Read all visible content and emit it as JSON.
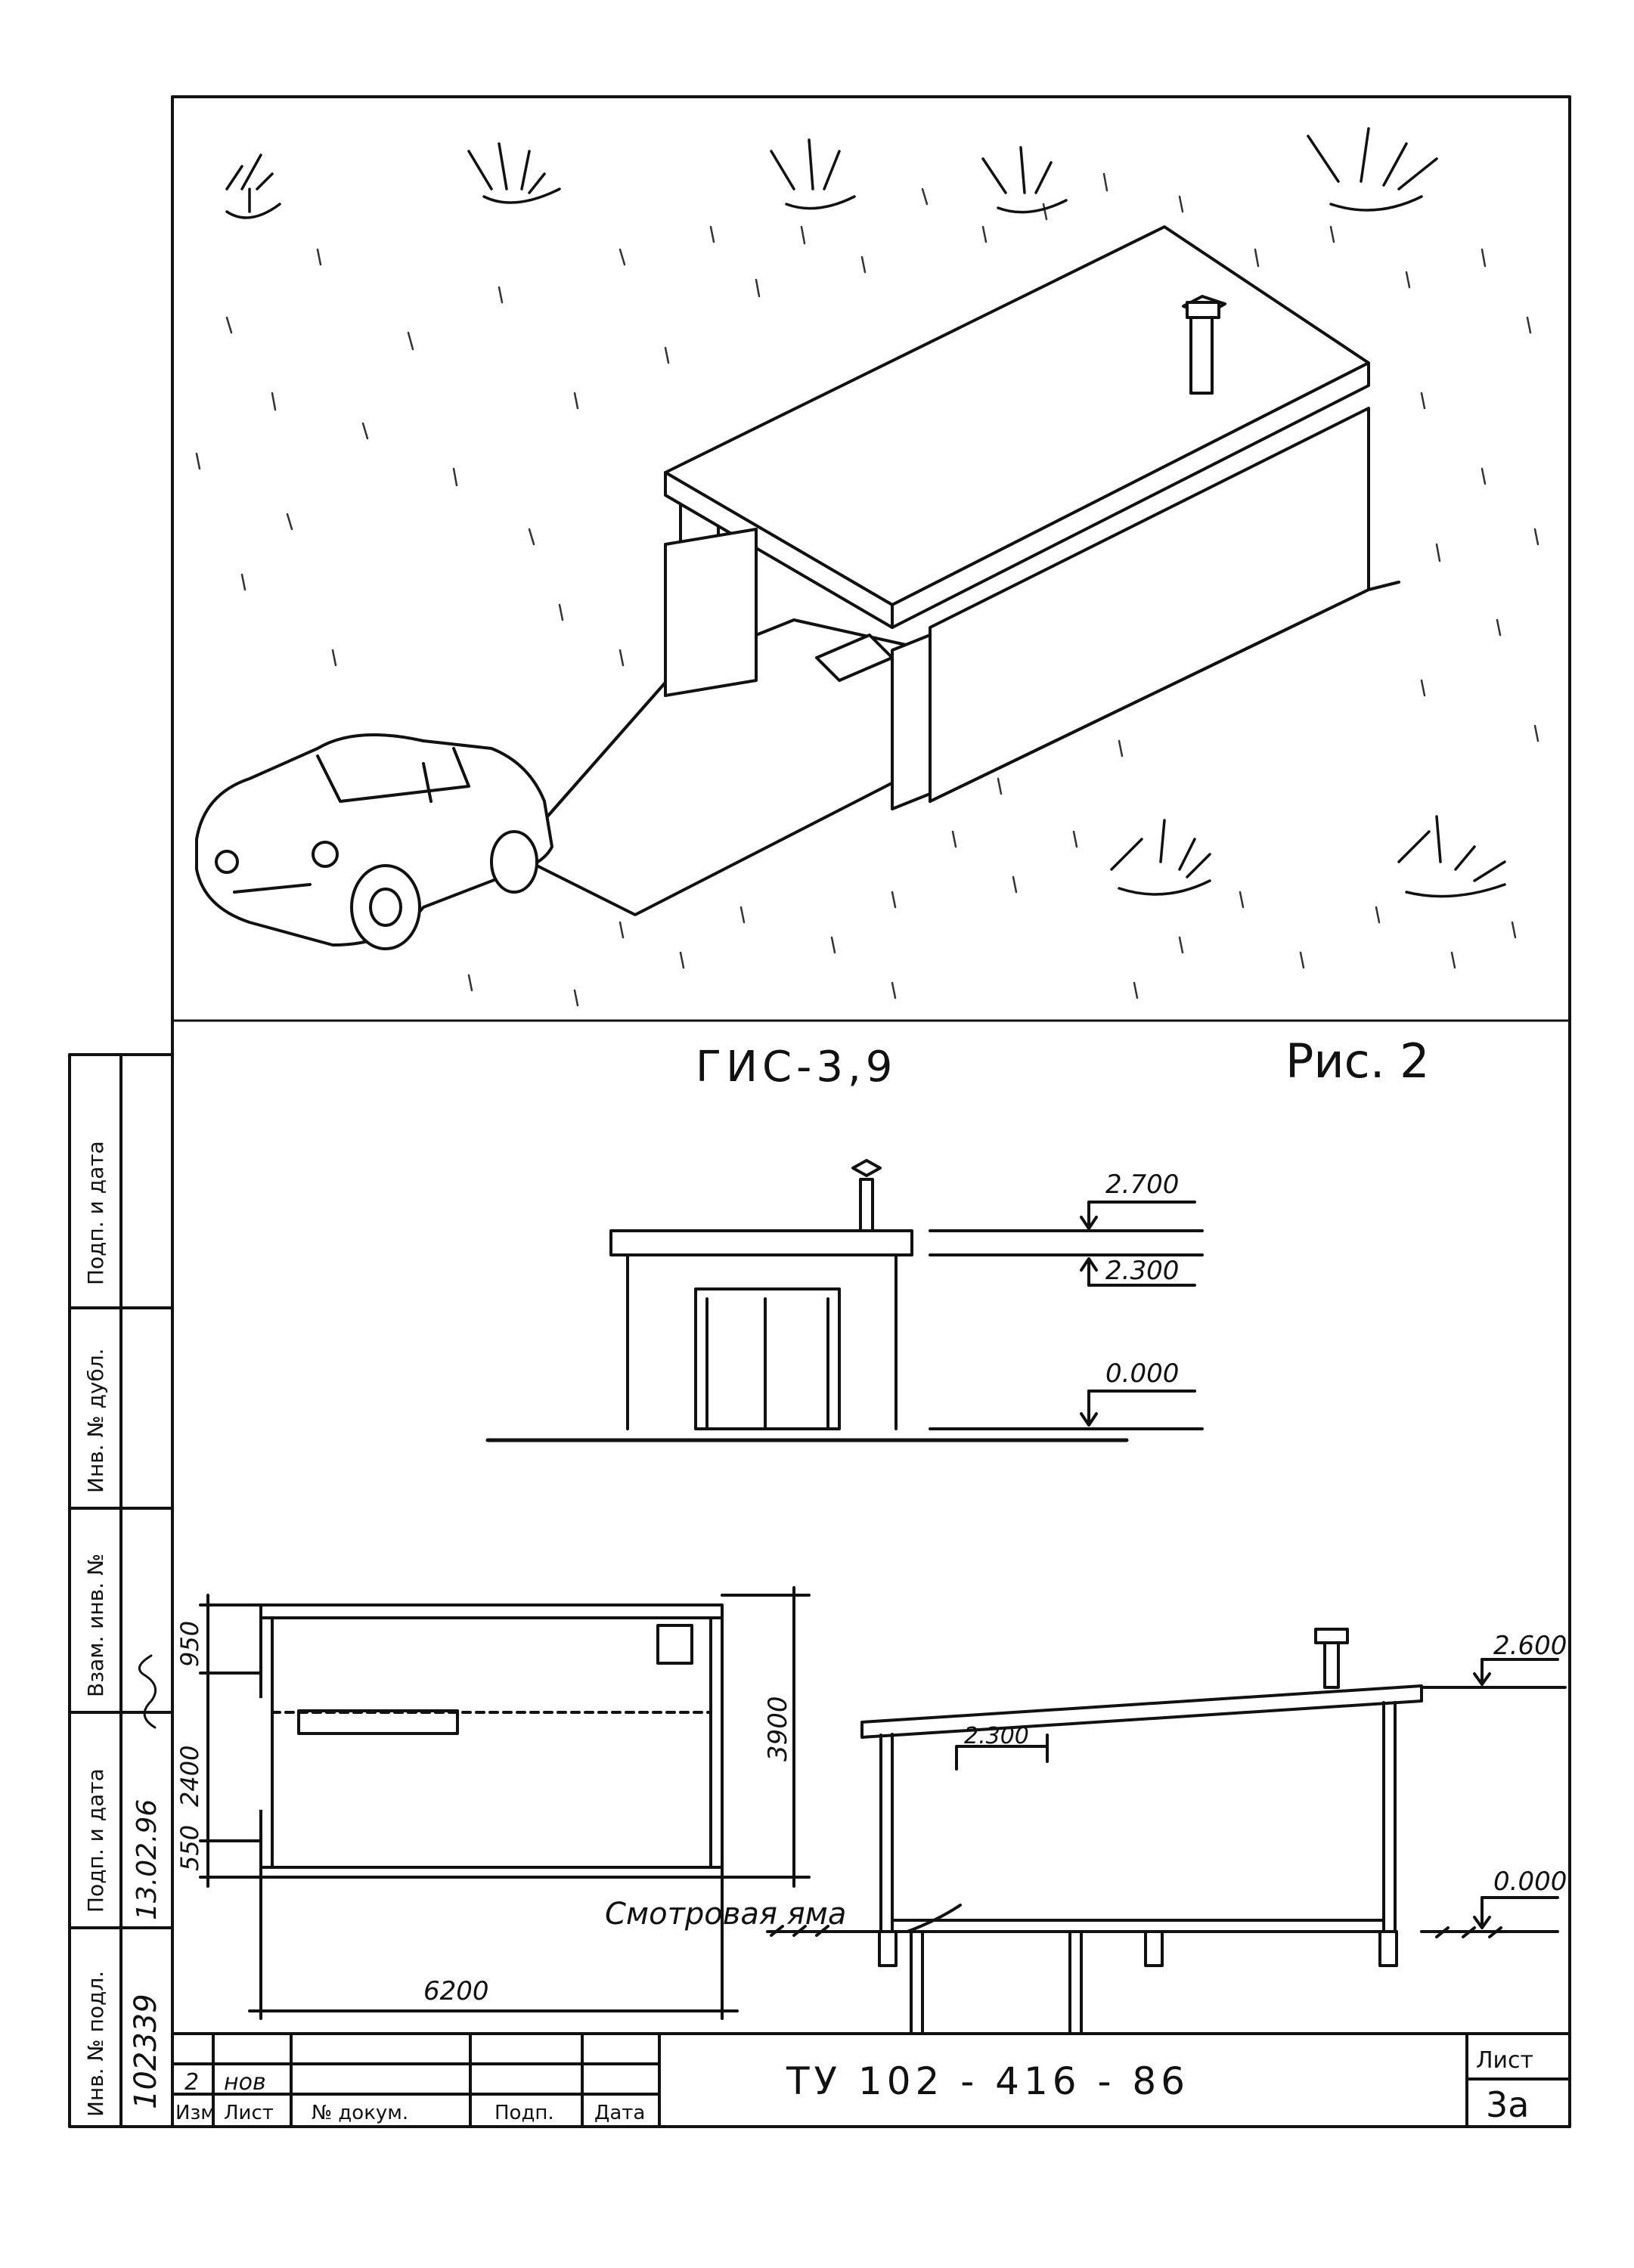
{
  "figure": {
    "label": "Рис. 2",
    "model": "ГИС-3,9"
  },
  "facade": {
    "level_top": "2.700",
    "level_mid": "2.300",
    "level_zero": "0.000"
  },
  "plan": {
    "dim_950": "950",
    "dim_2400": "2400",
    "dim_550": "550",
    "dim_3900": "3900",
    "dim_6200": "6200",
    "callout_pit": "Смотровая яма"
  },
  "section": {
    "level_top": "2.600",
    "level_inner": "2.300",
    "level_zero": "0.000"
  },
  "title_block": {
    "designation": "ТУ 102 - 416 - 86",
    "sheet_label": "Лист",
    "sheet_number": "3а",
    "rev_number": "2",
    "rev_note": "нов",
    "col_izm": "Изм",
    "col_list": "Лист",
    "col_doc": "№ докум.",
    "col_podp": "Подп.",
    "col_date": "Дата"
  },
  "side_stamp": {
    "label_podp_data_1": "Подп. и дата",
    "label_inv_dubl": "Инв. № дубл.",
    "label_vzam_inv": "Взам. инв. №",
    "label_podp_data_2": "Подп. и дата",
    "label_inv_podl": "Инв. № подл.",
    "value_date": "13.02.96",
    "value_inv_podl": "102339"
  }
}
